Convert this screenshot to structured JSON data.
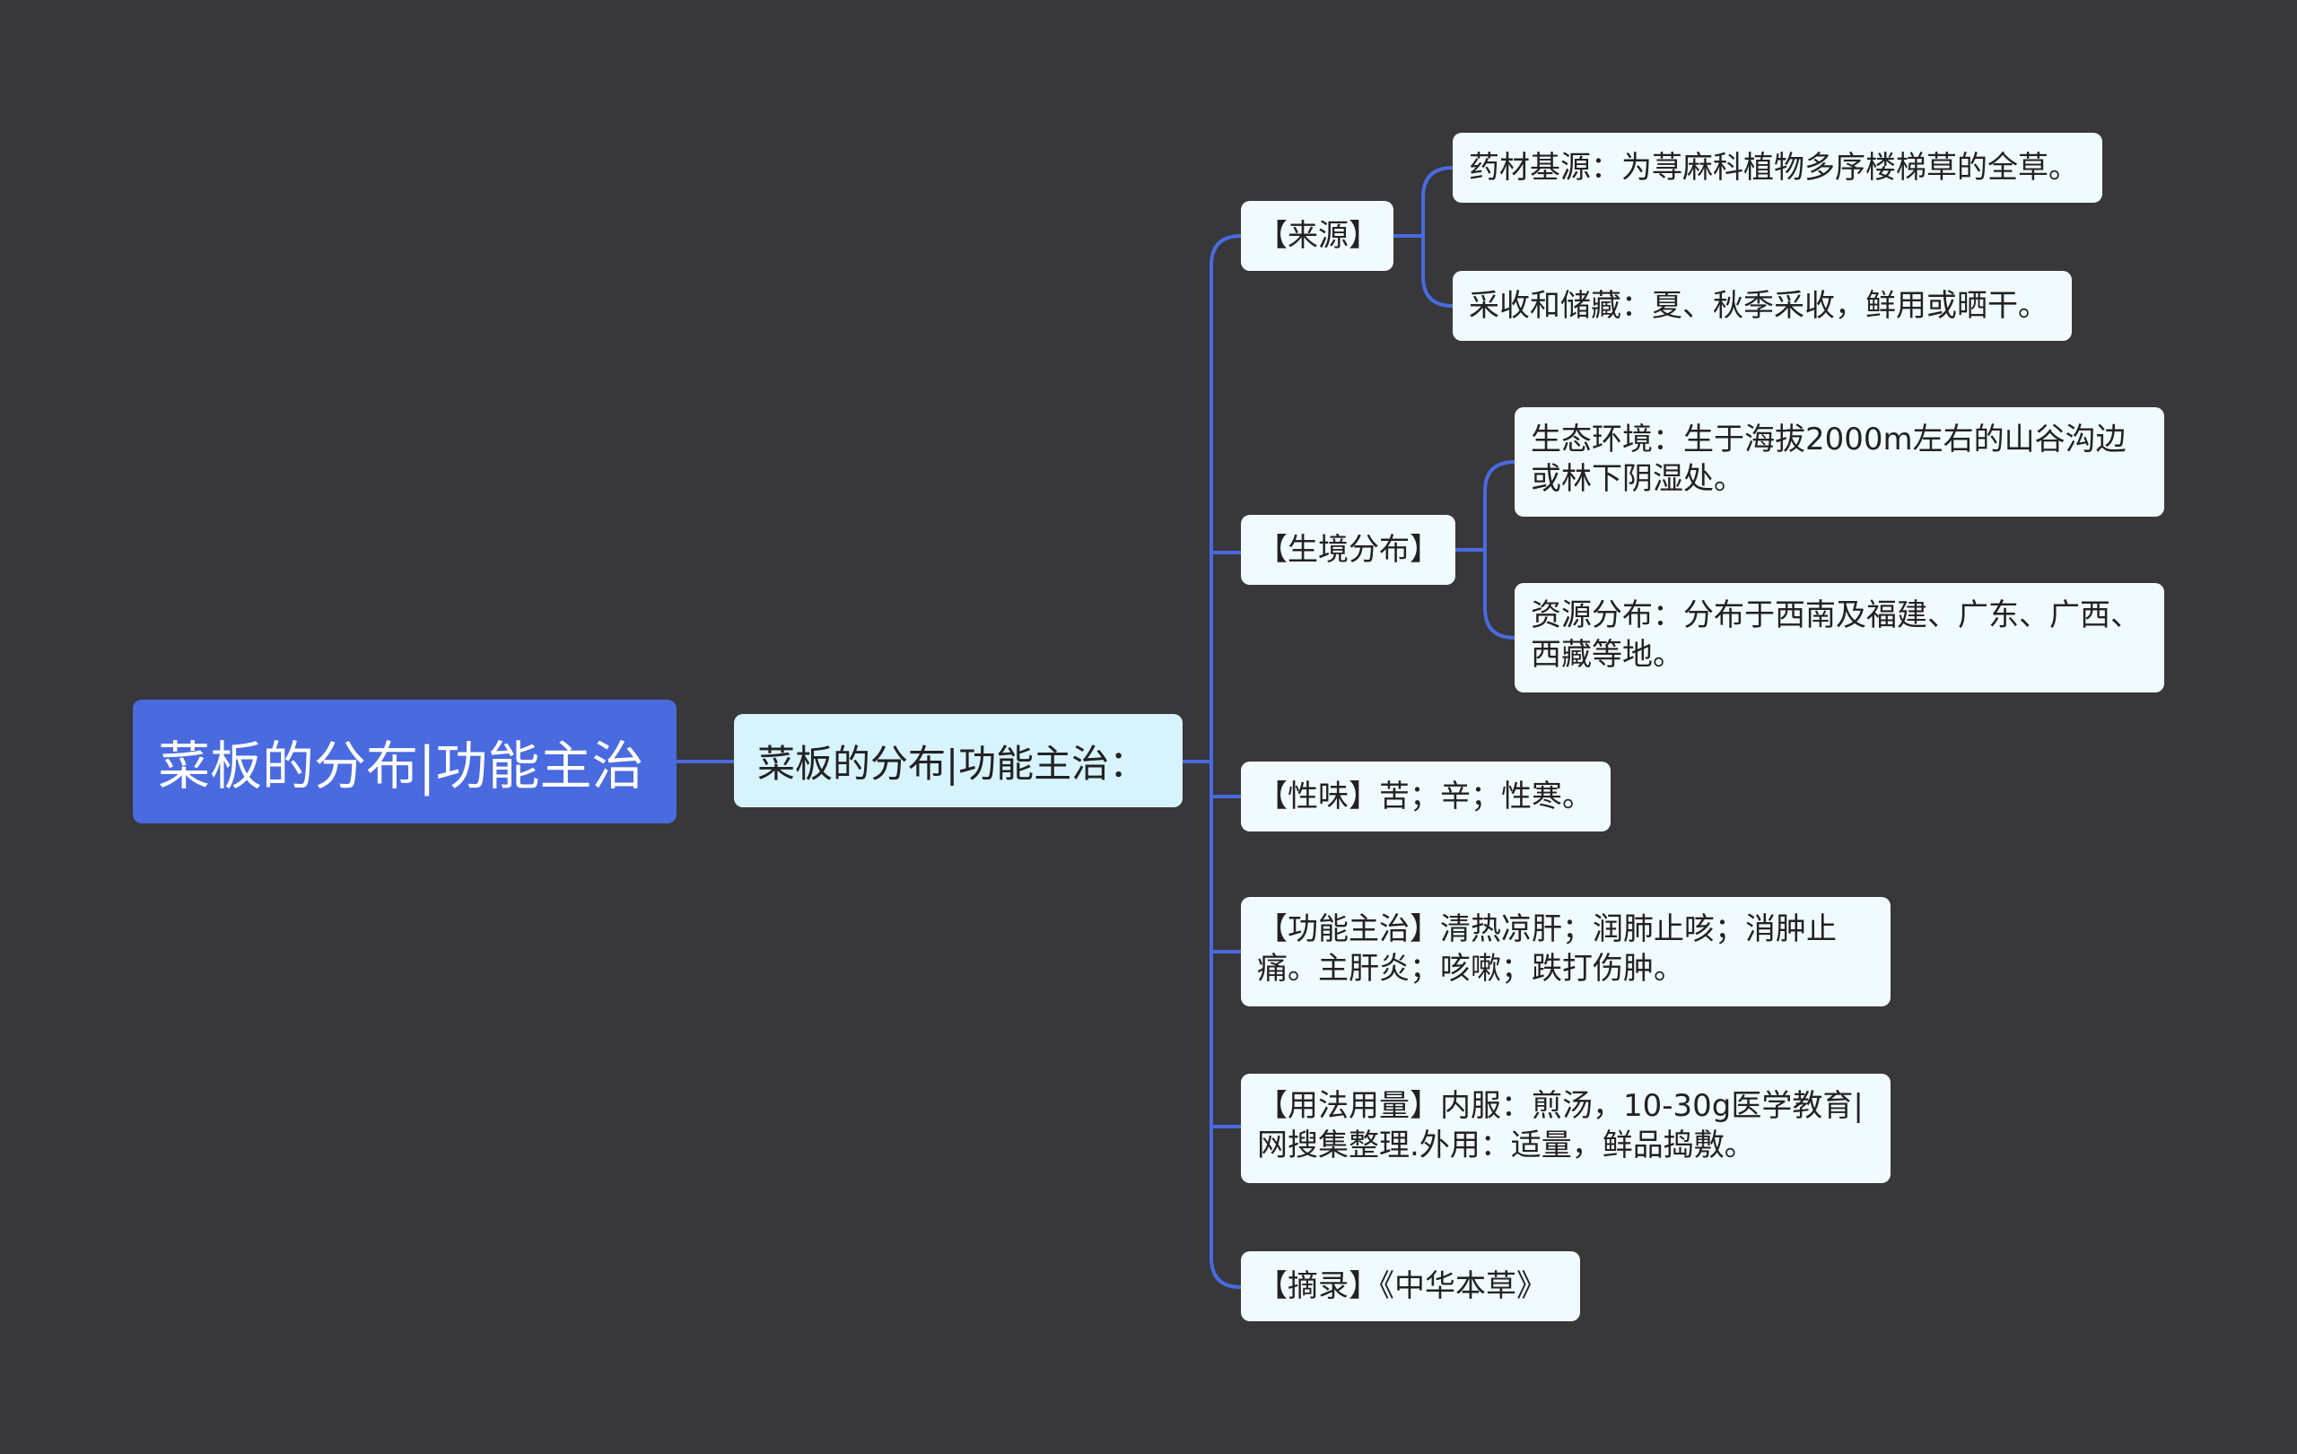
{
  "root": {
    "label": "菜板的分布|功能主治"
  },
  "sub": {
    "label": "菜板的分布|功能主治："
  },
  "branches": [
    {
      "label": "【来源】",
      "children": [
        {
          "label": "药材基源：为荨麻科植物多序楼梯草的全草。"
        },
        {
          "label": "采收和储藏：夏、秋季采收，鲜用或晒干。"
        }
      ]
    },
    {
      "label": "【生境分布】",
      "children": [
        {
          "label": "生态环境：生于海拔2000m左右的山谷沟边或林下阴湿处。"
        },
        {
          "label": "资源分布：分布于西南及福建、广东、广西、西藏等地。"
        }
      ]
    },
    {
      "label": "【性味】苦；辛；性寒。"
    },
    {
      "label": "【功能主治】清热凉肝；润肺止咳；消肿止痛。主肝炎；咳嗽；跌打伤肿。"
    },
    {
      "label": "【用法用量】内服：煎汤，10-30g医学教育|网搜集整理.外用：适量，鲜品捣敷。"
    },
    {
      "label": "【摘录】《中华本草》"
    }
  ],
  "colors": {
    "background": "#38373a",
    "root": "#4a6ae0",
    "sub": "#d7f3fd",
    "leaf": "#f1fbff",
    "connector": "#4a6ae0"
  }
}
